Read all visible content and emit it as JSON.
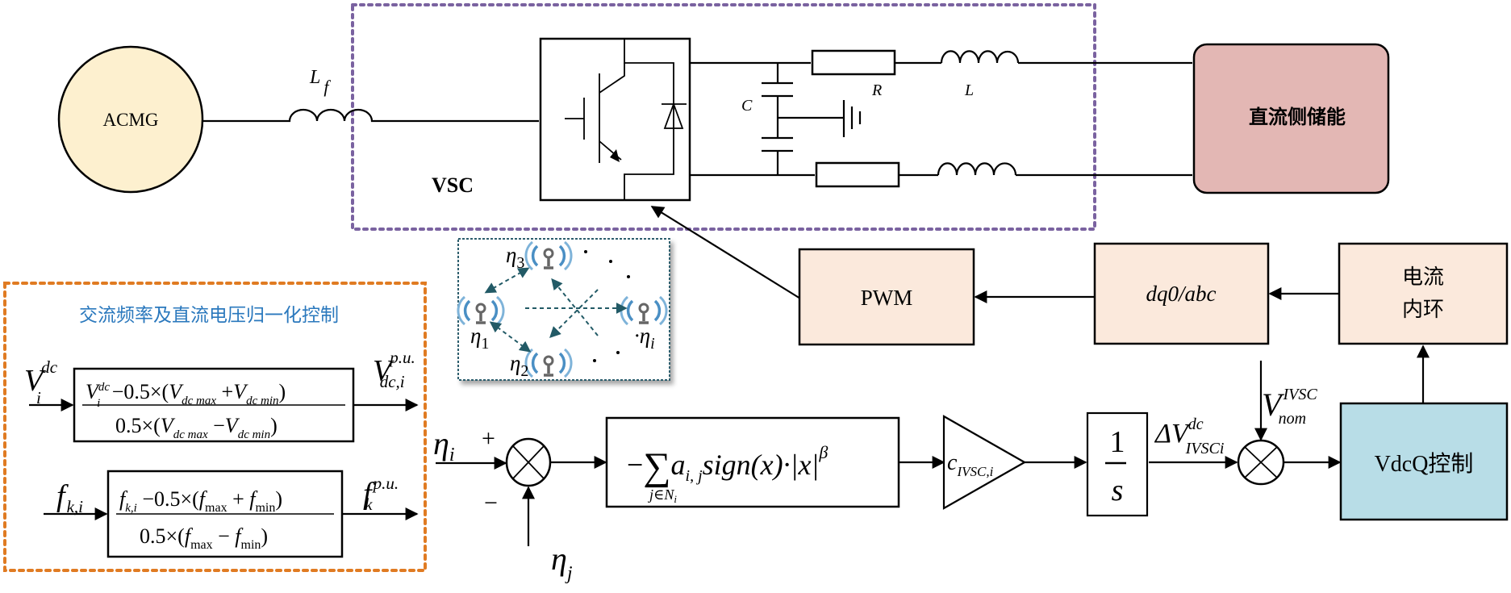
{
  "colors": {
    "acmg_fill": "#fdf0cf",
    "storage_fill": "#e3b7b4",
    "ctrl_block_fill": "#fbe9dc",
    "vdcq_fill": "#b8dde7",
    "vsc_border": "#7a62a0",
    "norm_border": "#e07b22",
    "norm_title": "#2a78bd",
    "network_border": "#2d5e6e",
    "antenna": "#4a8fc4"
  },
  "power_circuit": {
    "acmg_label": "ACMG",
    "filter_inductor": {
      "symbol": "L",
      "sub": "f"
    },
    "vsc_label": "VSC",
    "capacitor_label": "C",
    "resistor_label": "R",
    "inductor_label": "L",
    "storage_label": "直流侧储能"
  },
  "control_chain": {
    "pwm_label": "PWM",
    "dq0abc_label": "dq0/abc",
    "current_loop_line1": "电流",
    "current_loop_line2": "内环",
    "vdcq_label": "VdcQ控制"
  },
  "normalization": {
    "title": "交流频率及直流电压归一化控制",
    "voltage": {
      "input": {
        "main": "V",
        "sup": "dc",
        "sub": "i"
      },
      "numerator": {
        "v": "V",
        "v_sup": "dc",
        "v_sub": "i",
        "mid": " −0.5×(",
        "a": "V",
        "a_sub": "dc max",
        "plus": " +",
        "b": "V",
        "b_sub": "dc min",
        "close": ")"
      },
      "denominator": {
        "pre": "0.5×(",
        "a": "V",
        "a_sub": "dc max",
        "minus": " −",
        "b": "V",
        "b_sub": "dc min",
        "close": ")"
      },
      "output": {
        "main": "V",
        "sup": "p.u.",
        "sub": "dc,i"
      }
    },
    "frequency": {
      "input": {
        "main": "f",
        "sub": "k,i"
      },
      "numerator": {
        "f": "f",
        "f_sub": "k,i",
        "mid": " −0.5×(",
        "a": "f",
        "a_sub": "max",
        "plus": " + ",
        "b": "f",
        "b_sub": "min",
        "close": ")"
      },
      "denominator": {
        "pre": "0.5×(",
        "a": "f",
        "a_sub": "max",
        "minus": " − ",
        "b": "f",
        "b_sub": "min",
        "close": ")"
      },
      "output": {
        "main": "f",
        "sup": "p.u.",
        "sub": "k"
      }
    }
  },
  "network": {
    "nodes": [
      {
        "main": "η",
        "sub": "3"
      },
      {
        "main": "η",
        "sub": "1"
      },
      {
        "main": "η",
        "sub": "2"
      },
      {
        "main": "·η",
        "sub": "i"
      }
    ],
    "ellipsis_dot": "·"
  },
  "consensus": {
    "input_i": {
      "main": "η",
      "sub": "i"
    },
    "input_j": {
      "main": "η",
      "sub": "j"
    },
    "plus_sign": "+",
    "minus_sign": "−",
    "law": {
      "neg": "−",
      "sum": "∑",
      "sum_sub": "j∈N",
      "sum_sub_i": "i",
      "a": "a",
      "a_sub": "i, j",
      "func": "sign(x)·",
      "abs": "|x|",
      "exp": "β"
    },
    "gain": {
      "main": "c",
      "sub": "IVSC,i"
    },
    "integrator": {
      "num": "1",
      "den": "s"
    },
    "delta_v": {
      "main": "ΔV",
      "sup": "dc",
      "sub": "IVSCi"
    },
    "v_nom": {
      "main": "V",
      "sup": "IVSC",
      "sub": "nom"
    }
  }
}
